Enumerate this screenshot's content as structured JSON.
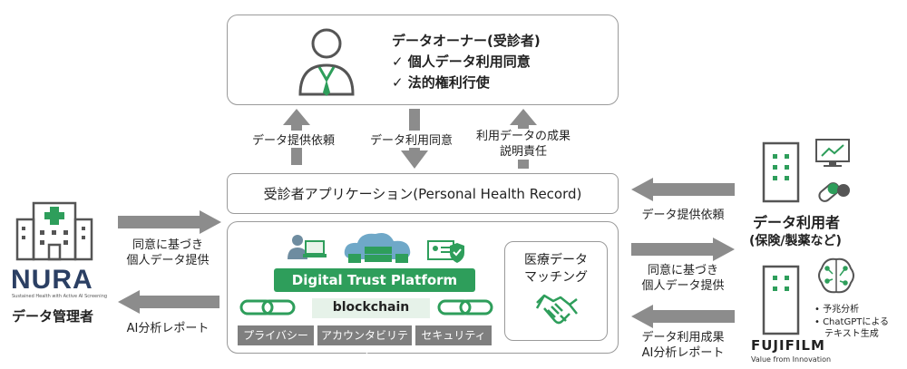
{
  "owner": {
    "title": "データオーナー(受診者)",
    "items": [
      "✓ 個人データ利用同意",
      "✓ 法的権利行使"
    ]
  },
  "flows": {
    "data_request": "データ提供依頼",
    "data_consent": "データ利用同意",
    "accountability_1": "利用データの成果",
    "accountability_2": "説明責任"
  },
  "app": {
    "label": "受診者アプリケーション(Personal Health Record)"
  },
  "platform": {
    "title": "Digital Trust Platform",
    "blockchain": "blockchain",
    "tags": [
      "プライバシー",
      "アカウンタビリティ",
      "セキュリティ"
    ],
    "matching_1": "医療データ",
    "matching_2": "マッチング"
  },
  "left": {
    "provide_1": "同意に基づき",
    "provide_2": "個人データ提供",
    "report": "AI分析レポート",
    "logo": "NURA",
    "logo_sub": "Sustained Health with Active AI Screening",
    "manager": "データ管理者"
  },
  "right": {
    "request": "データ提供依頼",
    "user_title": "データ利用者",
    "user_sub": "(保険/製薬など)",
    "provide_1": "同意に基づき",
    "provide_2": "個人データ提供",
    "result_1": "データ利用成果",
    "result_2": "AI分析レポート",
    "bullets": [
      "• 予兆分析",
      "• ChatGPTによる",
      "テキスト生成"
    ],
    "fuji": "FUJIFILM",
    "fuji_sub": "Value from Innovation"
  },
  "colors": {
    "green": "#2e9e5b",
    "gray_arrow": "#8c8c8c",
    "tag_gray": "#7f7f7f"
  }
}
